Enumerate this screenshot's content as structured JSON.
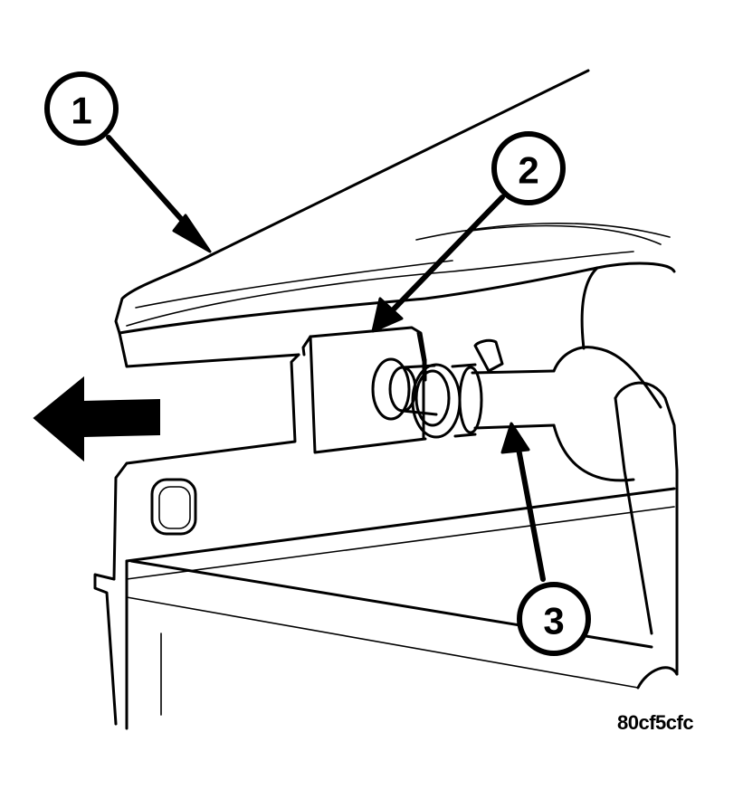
{
  "callouts": [
    {
      "label": "1"
    },
    {
      "label": "2"
    },
    {
      "label": "3"
    }
  ],
  "figure_code": "80cf5cfc"
}
